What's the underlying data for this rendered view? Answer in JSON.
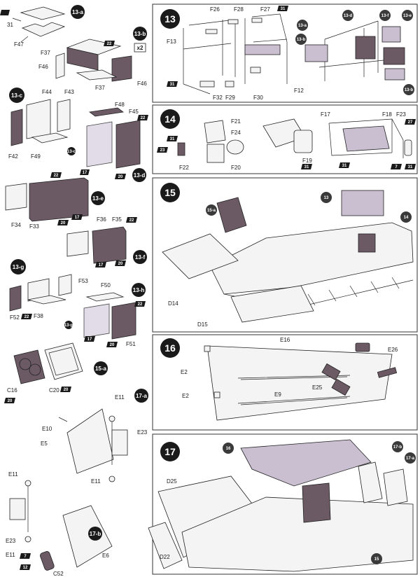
{
  "steps": {
    "s13": "13",
    "s14": "14",
    "s15": "15",
    "s16": "16",
    "s17": "17"
  },
  "subs": {
    "a": "13-a",
    "b": "13-b",
    "c": "13-c",
    "d": "13-d",
    "e": "13-e",
    "f": "13-f",
    "g": "13-g",
    "h": "13-h",
    "d13": "13-d",
    "e13": "13-e",
    "f13": "13-f",
    "a13": "13-a",
    "b13": "13-b",
    "g13": "13-g",
    "c13": "13-c",
    "s13call": "13",
    "s14call": "14",
    "s15a": "15-a",
    "s15a_call": "15-a",
    "s15call": "15",
    "s17a": "17-a",
    "s17b": "17-b",
    "s17a_call": "17-a",
    "s17b_call": "17-b",
    "s16call": "16"
  },
  "x2": "x2",
  "flags": {
    "n22": "22",
    "n20": "20",
    "n17": "17",
    "n31": "31",
    "n23": "23",
    "n27": "27",
    "n7": "7",
    "n12": "12"
  },
  "labels": {
    "F47": "F47",
    "l31": "31",
    "F37": "F37",
    "F46": "F46",
    "F46b": "F46",
    "F37b": "F37",
    "F44": "F44",
    "F43": "F43",
    "F42": "F42",
    "F49": "F49",
    "F48": "F48",
    "F45": "F45",
    "F34": "F34",
    "F33": "F33",
    "F36": "F36",
    "F35": "F35",
    "F53": "F53",
    "F52": "F52",
    "F38": "F38",
    "F50": "F50",
    "F51": "F51",
    "C16": "C16",
    "C20": "C20",
    "E11": "E11",
    "E10": "E10",
    "E5": "E5",
    "E23": "E23",
    "E11b": "E11",
    "E11c": "E11",
    "E23b": "E23",
    "E11d": "E11",
    "E6": "E6",
    "C52": "C52",
    "F26": "F26",
    "F28": "F28",
    "F27": "F27",
    "F13": "F13",
    "F12": "F12",
    "F32": "F32",
    "F29": "F29",
    "F30": "F30",
    "F21": "F21",
    "F24": "F24",
    "F22": "F22",
    "F20": "F20",
    "F19": "F19",
    "F17": "F17",
    "F18": "F18",
    "F23": "F23",
    "D14": "D14",
    "D15": "D15",
    "E16": "E16",
    "E2": "E2",
    "E2b": "E2",
    "E9": "E9",
    "E25": "E25",
    "E26": "E26",
    "D25": "D25",
    "D22": "D22"
  }
}
